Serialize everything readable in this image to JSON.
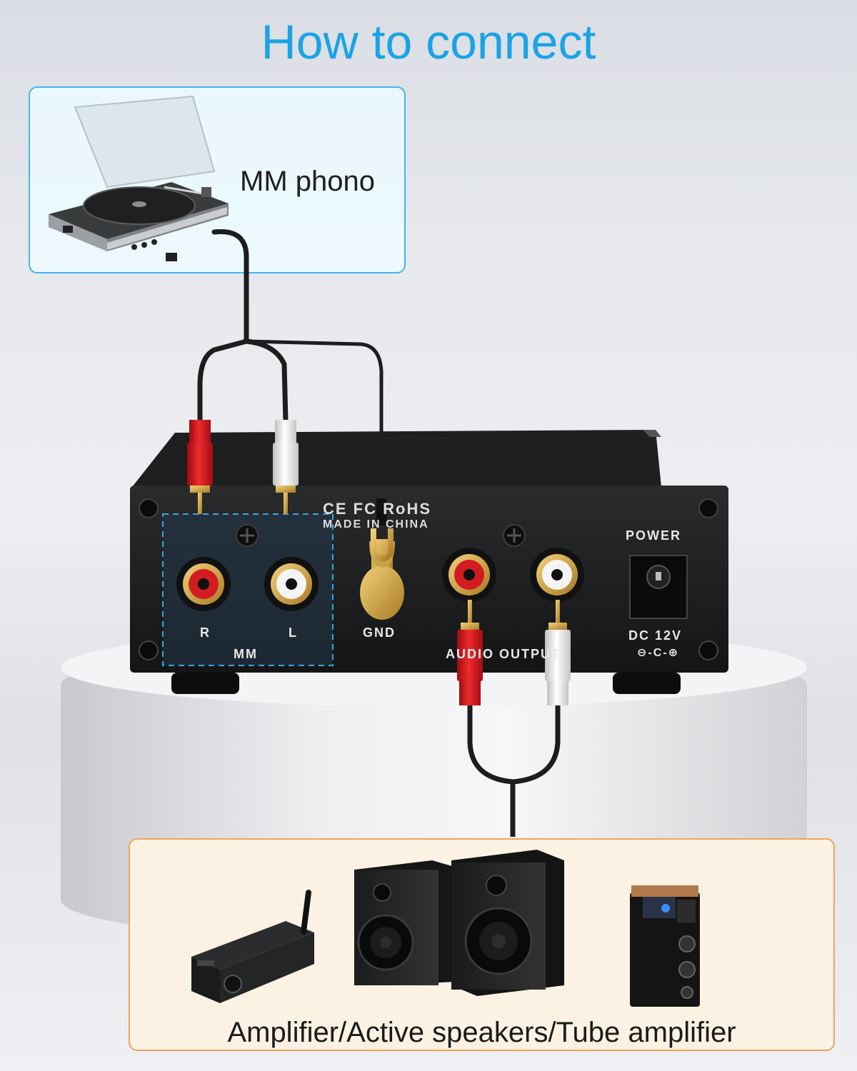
{
  "title": "How to connect",
  "source": {
    "label": "MM phono"
  },
  "output": {
    "label": "Amplifier/Active speakers/Tube amplifier"
  },
  "rear_panel": {
    "cert_text": "CE FC RoHS",
    "origin_text": "MADE IN CHINA",
    "input_right_label": "R",
    "input_left_label": "L",
    "input_group_label": "MM",
    "ground_label": "GND",
    "output_group_label": "AUDIO OUTPUT",
    "power_label": "POWER",
    "dc_label": "DC 12V",
    "dc_symbol": "⊖-C-⊕"
  },
  "colors": {
    "title": "#1aa3e6",
    "source_box_border": "#41b8e9",
    "output_box_border": "#f0a45a",
    "output_box_fill": "#fcf2e4",
    "mm_highlight": "#3aa7e0",
    "rca_red": "#d8161b",
    "rca_white": "#f2f2f2"
  },
  "icons": [
    "turntable-icon",
    "phono-preamp-icon",
    "rca-plug-icon",
    "spade-ground-plug-icon",
    "stereo-amplifier-icon",
    "bookshelf-speaker-icon",
    "tube-amplifier-icon"
  ]
}
